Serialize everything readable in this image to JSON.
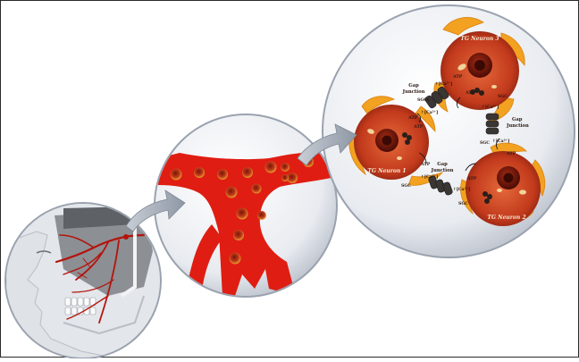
{
  "diagram": {
    "neuron_labels": [
      "TG Neuron 1",
      "TG Neuron 2",
      "TG Neuron 3"
    ],
    "gap_junction_label": "Gap Junction",
    "gap_word": "Gap",
    "junction_word": "Junction",
    "sgc_label": "SGC",
    "sgcs_label": "SGCs",
    "atp_label": "ATP",
    "calcium_label": "↑[Ca²⁺]",
    "colors": {
      "frame": "#2a2a2a",
      "circle_rim": "#b9c0cc",
      "artery": "#e01d12",
      "neuron_body": "#c0391b",
      "neuron_core": "#6e140a",
      "satellite_glia": "#f2a120",
      "gap_junction": "#3a3634",
      "arrow": "#a9b1bd"
    }
  }
}
